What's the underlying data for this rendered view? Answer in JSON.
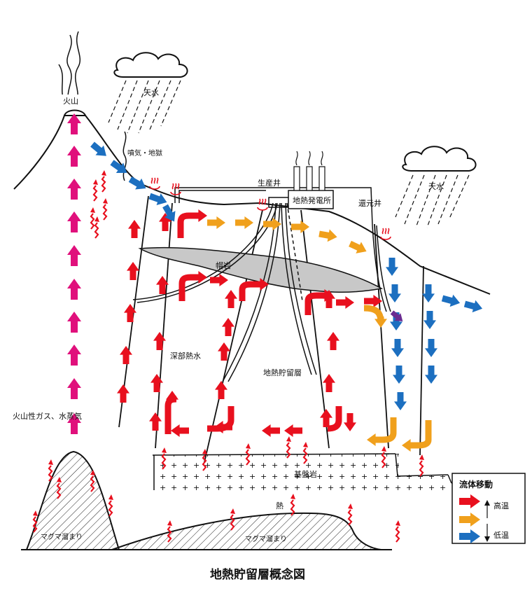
{
  "title": "地熱貯留層概念図",
  "labels": {
    "volcano": "火山",
    "rain_left": "天水",
    "rain_right": "天水",
    "fumarole": "噴気・地獄",
    "production_well": "生産井",
    "power_plant": "地熱発電所",
    "reinjection_well": "還元井",
    "caprock": "帽岩",
    "deep_hot_water": "深部熱水",
    "reservoir": "地熱貯留層",
    "volcanic_gas": "火山性ガス、水蒸気",
    "basement": "基盤岩",
    "heat": "熱",
    "magma_left": "マグマ溜まり",
    "magma_right": "マグマ溜まり"
  },
  "legend": {
    "title": "流体移動",
    "high": "高温",
    "low": "低温",
    "colors": {
      "high": "#e8101e",
      "mid": "#f0a01c",
      "low": "#1c6fc0"
    }
  },
  "colors": {
    "magenta": "#e0107c",
    "red": "#e8101e",
    "orange": "#f0a01c",
    "blue": "#1c6fc0",
    "purple": "#6a2c91",
    "caprock_fill": "#c8c8c8"
  }
}
